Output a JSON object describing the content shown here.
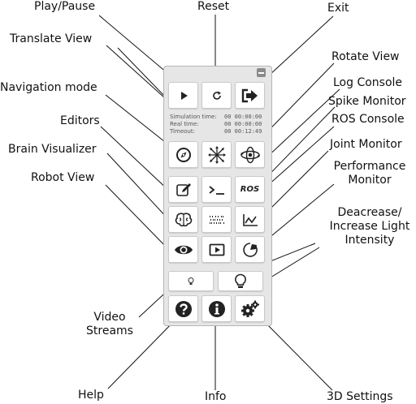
{
  "labels": {
    "play_pause": "Play/Pause",
    "reset": "Reset",
    "exit": "Exit",
    "translate_view": "Translate View",
    "rotate_view": "Rotate View",
    "navigation_mode": "Navigation mode",
    "log_console": "Log Console",
    "spike_monitor": "Spike Monitor",
    "ros_console": "ROS Console",
    "editors": "Editors",
    "brain_visualizer": "Brain Visualizer",
    "joint_monitor": "Joint Monitor",
    "performance_monitor_1": "Performance",
    "performance_monitor_2": "Monitor",
    "robot_view": "Robot View",
    "light_1": "Deacrease/",
    "light_2": "Increase Light",
    "light_3": "Intensity",
    "video_1": "Video",
    "video_2": "Streams",
    "help": "Help",
    "info": "Info",
    "settings_3d": "3D Settings"
  },
  "panel": {
    "simulation_time_label": "Simulation time:",
    "simulation_time_value": "00 00:00:00",
    "real_time_label": "Real time:",
    "real_time_value": "00 00:00:00",
    "timeout_label": "Timeout:",
    "timeout_value": "00 00:12:49",
    "ros_button_text": "ROS"
  }
}
